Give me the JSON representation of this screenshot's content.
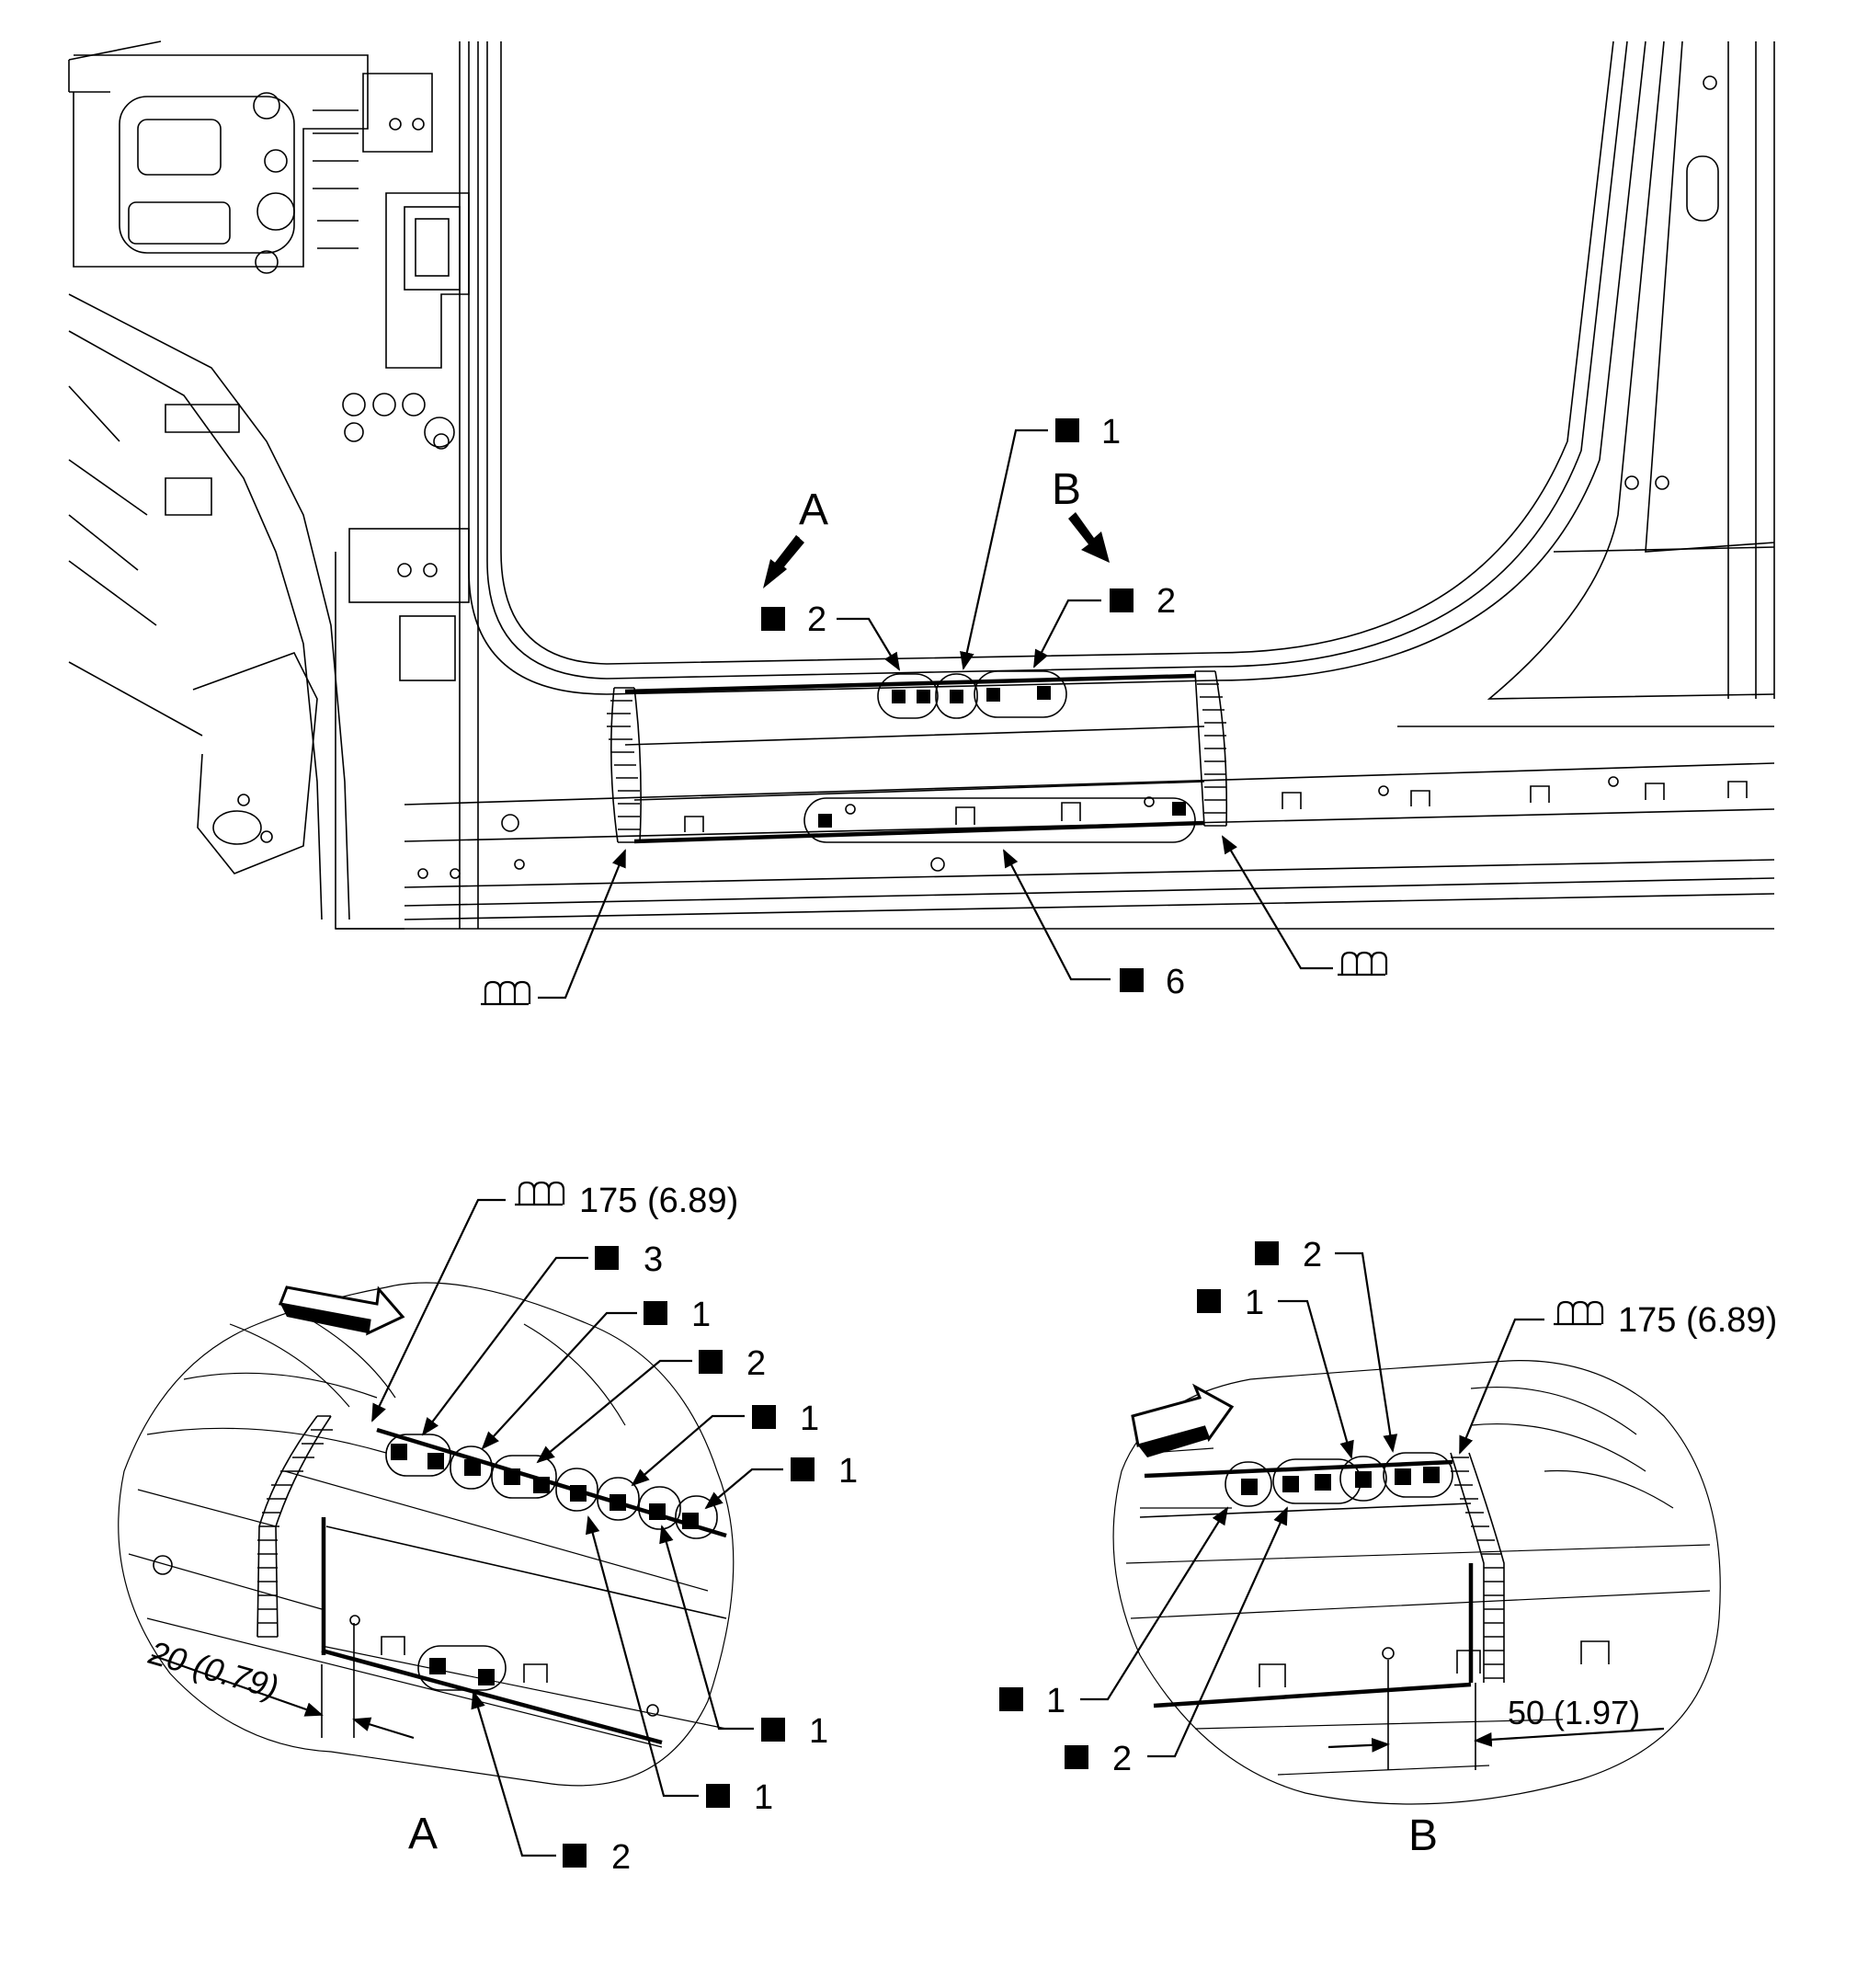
{
  "main": {
    "label_A": "A",
    "label_B": "B",
    "callouts": [
      {
        "id": "main-1",
        "value": "1"
      },
      {
        "id": "main-2-left",
        "value": "2"
      },
      {
        "id": "main-2-right",
        "value": "2"
      },
      {
        "id": "main-6",
        "value": "6"
      }
    ]
  },
  "detail_A": {
    "title": "A",
    "arc_weld": "175 (6.89)",
    "dimension": "20 (0.79)",
    "callouts": [
      "3",
      "1",
      "2",
      "1",
      "1",
      "1",
      "1",
      "2"
    ]
  },
  "detail_B": {
    "title": "B",
    "arc_weld": "175 (6.89)",
    "dimension": "50 (1.97)",
    "callouts": [
      "2",
      "1",
      "1",
      "2"
    ]
  },
  "icons": {
    "spot_weld": "filled-square-icon",
    "arc_weld": "arc-weld-icon"
  }
}
